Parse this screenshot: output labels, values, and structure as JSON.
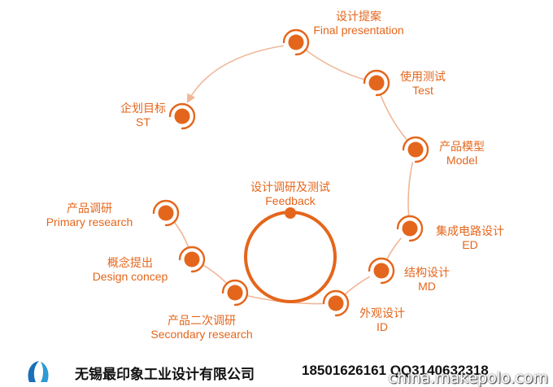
{
  "colors": {
    "accent": "#e4661c",
    "arc": "#f0b798",
    "ring": "#e4661c"
  },
  "center": {
    "cn": "设计调研及测试",
    "en": "Feedback"
  },
  "nodes": [
    {
      "id": "final",
      "cn": "设计提案",
      "en": "Final presentation"
    },
    {
      "id": "test",
      "cn": "使用测试",
      "en": "Test"
    },
    {
      "id": "model",
      "cn": "产品模型",
      "en": "Model"
    },
    {
      "id": "ed",
      "cn": "集成电路设计",
      "en": "ED"
    },
    {
      "id": "md",
      "cn": "结构设计",
      "en": "MD"
    },
    {
      "id": "id",
      "cn": "外观设计",
      "en": "ID"
    },
    {
      "id": "secondary",
      "cn": "产品二次调研",
      "en": "Secondary research"
    },
    {
      "id": "concept",
      "cn": "概念提出",
      "en": "Design concep"
    },
    {
      "id": "primary",
      "cn": "产品调研",
      "en": "Primary research"
    },
    {
      "id": "st",
      "cn": "企划目标",
      "en": "ST"
    }
  ],
  "footer": {
    "logo_icon": "company-logo",
    "company": "无锡最印象工业设计有限公司",
    "contact": "18501626161 QQ3140632318",
    "watermark": "china.makepolo.com"
  }
}
